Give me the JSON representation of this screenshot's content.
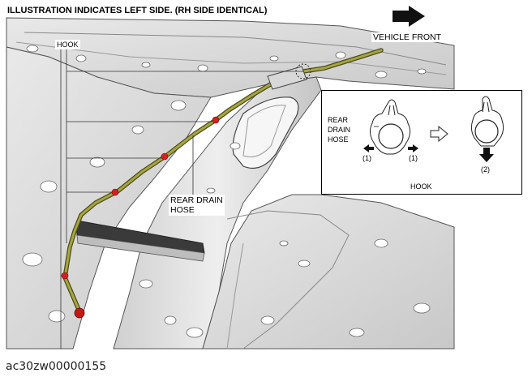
{
  "figure": {
    "heading": "ILLUSTRATION INDICATES LEFT SIDE. (RH SIDE IDENTICAL)",
    "direction_label": "VEHICLE FRONT",
    "hook_label": "HOOK",
    "hose_label_line1": "REAR DRAIN",
    "hose_label_line2": "HOSE",
    "figure_code": "ac30zw00000155"
  },
  "inset": {
    "hose_label_line1": "REAR",
    "hose_label_line2": "DRAIN",
    "hose_label_line3": "HOSE",
    "step_1_left": "(1)",
    "step_1_right": "(1)",
    "step_2": "(2)",
    "caption": "HOOK"
  },
  "icons": [
    "direction-arrow-icon",
    "hollow-arrow-icon",
    "arrow-left-icon",
    "arrow-right-icon",
    "arrow-down-icon"
  ],
  "colors": {
    "hose": "#8a8a2a",
    "hook_marker": "#d42020",
    "body_panel": "#dcdcdc",
    "outline": "#000000"
  }
}
